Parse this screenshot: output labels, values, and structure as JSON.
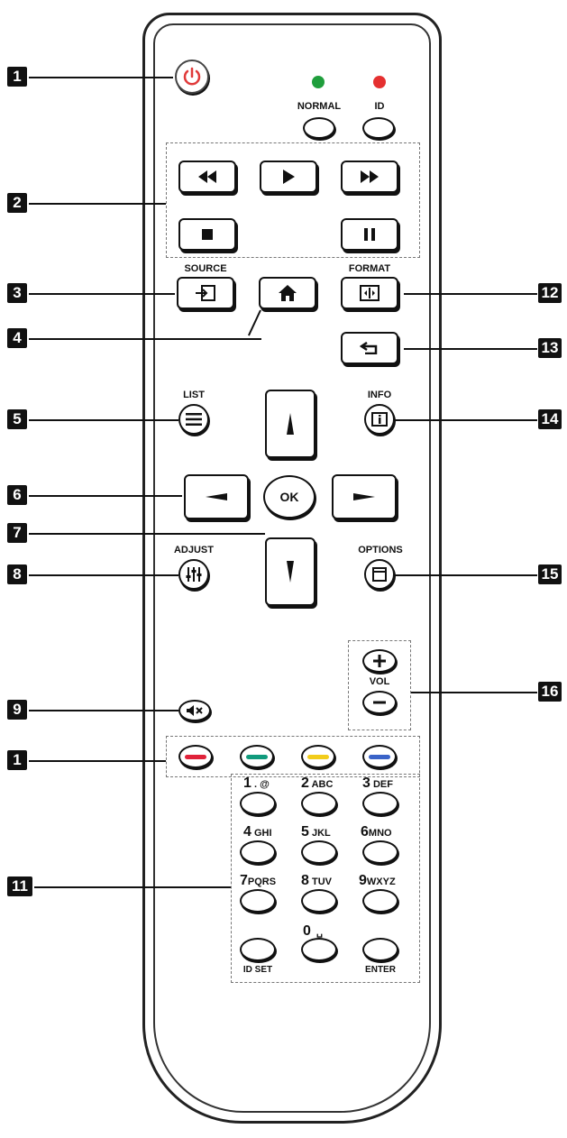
{
  "callouts": [
    "1",
    "2",
    "3",
    "4",
    "5",
    "6",
    "7",
    "8",
    "9",
    "1",
    "11",
    "12",
    "13",
    "14",
    "15",
    "16"
  ],
  "labels": {
    "normal": "NORMAL",
    "id": "ID",
    "source": "SOURCE",
    "format": "FORMAT",
    "list": "LIST",
    "info": "INFO",
    "ok": "OK",
    "adjust": "ADJUST",
    "options": "OPTIONS",
    "vol": "VOL",
    "id_set": "ID SET",
    "enter": "ENTER"
  },
  "numpad": [
    {
      "digit": "1",
      "letters": ". @"
    },
    {
      "digit": "2",
      "letters": "ABC"
    },
    {
      "digit": "3",
      "letters": "DEF"
    },
    {
      "digit": "4",
      "letters": "GHI"
    },
    {
      "digit": "5",
      "letters": "JKL"
    },
    {
      "digit": "6",
      "letters": "MNO"
    },
    {
      "digit": "7",
      "letters": "PQRS"
    },
    {
      "digit": "8",
      "letters": "TUV"
    },
    {
      "digit": "9",
      "letters": "WXYZ"
    },
    {
      "digit": "0",
      "letters": "␣"
    }
  ],
  "colors": {
    "power": "#e03a3a",
    "led_green": "#1f9e3c",
    "led_red": "#e53030",
    "key_red": "#e0223a",
    "key_green": "#109a7c",
    "key_yellow": "#f2cc1a",
    "key_blue": "#3a63c8"
  }
}
